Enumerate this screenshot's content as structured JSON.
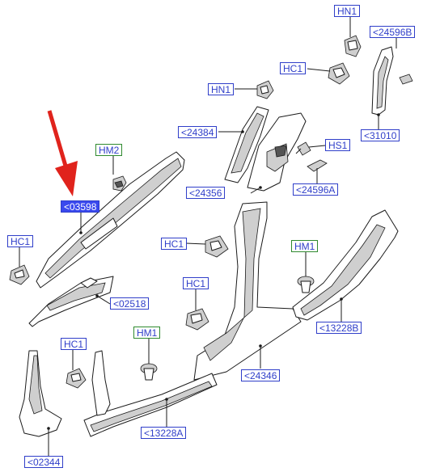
{
  "colors": {
    "callout_border_blue": "#2f3ec9",
    "callout_border_green": "#2f8a2f",
    "callout_text": "#2f3ec9",
    "selected_fill": "#3a49ee",
    "selected_text": "#ffffff",
    "arrow": "#e0231c"
  },
  "callouts": {
    "hn1_top": "HN1",
    "c24596b": "<24596B",
    "hc1_top": "HC1",
    "hn1_mid": "HN1",
    "c31010": "<31010",
    "c24384": "<24384",
    "hm2": "HM2",
    "hs1": "HS1",
    "c24356": "<24356",
    "c24596a": "<24596A",
    "c03598": "<03598",
    "hc1_left": "HC1",
    "hc1_center": "HC1",
    "hm1_right": "HM1",
    "c02518": "<02518",
    "hc1_center2": "HC1",
    "c13228b": "<13228B",
    "hm1_center": "HM1",
    "hc1_bottom": "HC1",
    "c24346": "<24346",
    "c13228a": "<13228A",
    "c02344": "<02344"
  },
  "selection": {
    "selected_callout": "c03598",
    "indicator": "red-arrow-icon"
  }
}
